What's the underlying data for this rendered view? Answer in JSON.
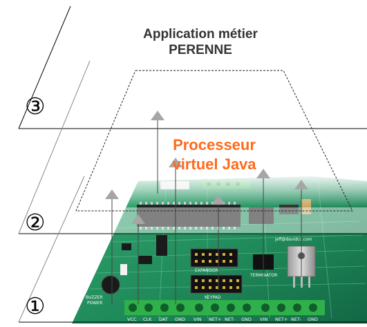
{
  "title": {
    "line1": "Application métier",
    "line2": "PERENNE"
  },
  "processor": {
    "line1": "Processeur",
    "line2": "virtuel Java"
  },
  "layers": [
    {
      "number": "③"
    },
    {
      "number": "②"
    },
    {
      "number": "①"
    }
  ],
  "board": {
    "buzzer_label": "BUZZER",
    "power_label": "POWER",
    "expansion_label": "EXPANSION",
    "keypad_label": "KEYPAD",
    "terminator_label": "TERMINATOR",
    "url_label": "jeff@davidco.com",
    "pin_labels": [
      "VCC",
      "CLK",
      "DAT",
      "GND",
      "VIN",
      "NET+",
      "NET-",
      "GND",
      "VIN",
      "NET+",
      "NET-",
      "GND"
    ]
  },
  "colors": {
    "title": "#333333",
    "processor_text": "#ff6a1a",
    "board_green": "#1f8a5a",
    "arrow_gray": "#a6a6a6"
  }
}
